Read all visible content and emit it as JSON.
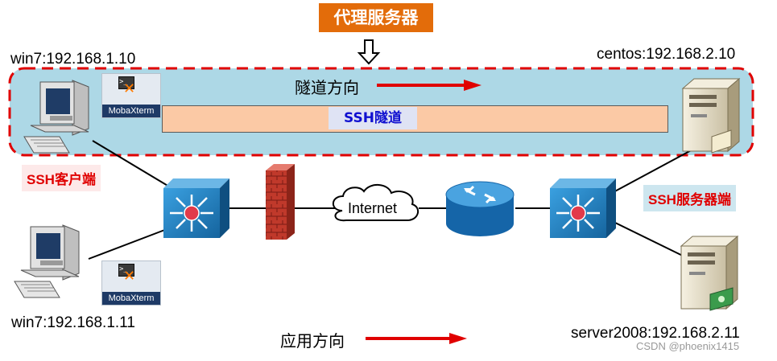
{
  "title": "代理服务器",
  "hosts": {
    "client1": "win7:192.168.1.10",
    "client2": "win7:192.168.1.11",
    "centos": "centos:192.168.2.10",
    "server2008": "server2008:192.168.2.11"
  },
  "tags": {
    "client": "SSH客户端",
    "server": "SSH服务器端"
  },
  "tunnel": {
    "label": "SSH隧道",
    "direction": "隧道方向"
  },
  "app_direction": "应用方向",
  "internet": "Internet",
  "mobaxterm": {
    "name": "MobaXterm",
    "prompt": ">_"
  },
  "watermark": "CSDN @phoenix1415",
  "colors": {
    "title_bg": "#e36c0a",
    "dashed_border": "#e00000",
    "tunnel_area_bg": "#add8e6",
    "tunnel_bar": "#fbc9a5",
    "arrow": "#e00000",
    "switch": "#1f7fc0"
  }
}
